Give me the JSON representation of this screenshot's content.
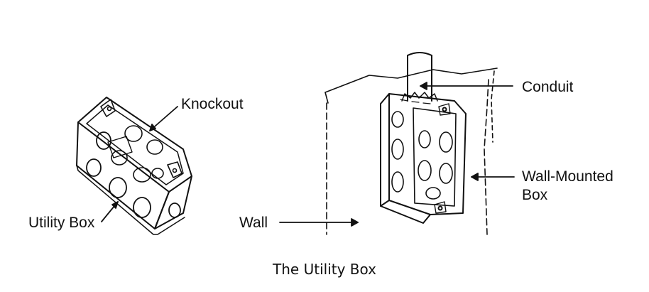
{
  "labels": {
    "knockout": "Knockout",
    "utility_box": "Utility Box",
    "wall": "Wall",
    "conduit": "Conduit",
    "wall_mounted_box_line1": "Wall-Mounted",
    "wall_mounted_box_line2": "Box"
  },
  "caption": "The Utility Box",
  "colors": {
    "ink": "#111111",
    "background": "#ffffff"
  }
}
